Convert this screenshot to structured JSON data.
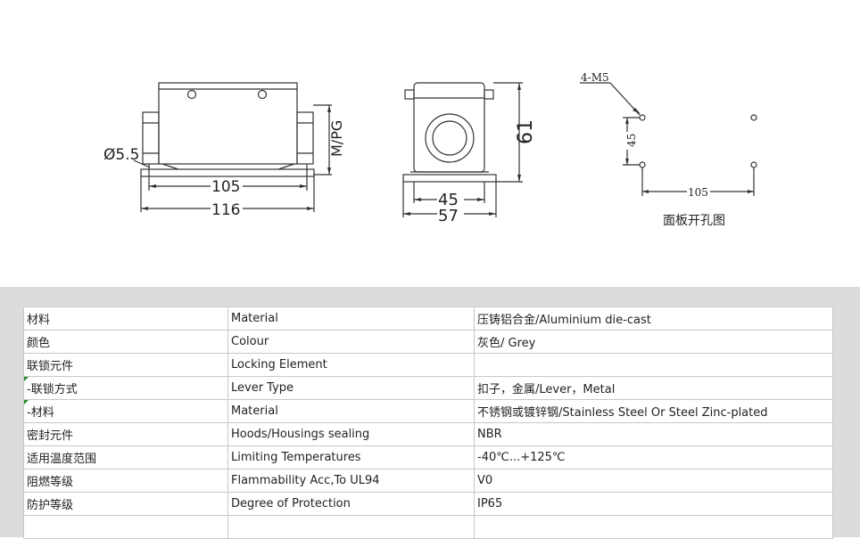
{
  "drawing": {
    "front_view": {
      "dia_label": "Ø5.5",
      "dim_inner": "105",
      "dim_outer": "116",
      "side_label": "M/PG"
    },
    "side_view": {
      "height_label": "61",
      "dim_inner": "45",
      "dim_outer": "57"
    },
    "cutout": {
      "holes_label": "4-M5",
      "vertical_dim": "45",
      "horizontal_dim": "105",
      "caption": "面板开孔图"
    }
  },
  "spec_table": {
    "rows": [
      {
        "cn": "材料",
        "en": "Material",
        "value": "压铸铝合金/Aluminium die-cast"
      },
      {
        "cn": "颜色",
        "en": "Colour",
        "value": "灰色/ Grey"
      },
      {
        "cn": "联锁元件",
        "en": "Locking Element",
        "value": ""
      },
      {
        "cn": " -联锁方式",
        "en": "Lever Type",
        "value": "扣子，金属/Lever，Metal"
      },
      {
        "cn": " -材料",
        "en": "Material",
        "value": "不锈钢或镀锌钢/Stainless Steel Or Steel Zinc-plated"
      },
      {
        "cn": "密封元件",
        "en": "Hoods/Housings sealing",
        "value": "NBR"
      },
      {
        "cn": "适用温度范围",
        "en": "Limiting Temperatures",
        "value": "-40℃...+125℃"
      },
      {
        "cn": "阻燃等级",
        "en": "Flammability Acc,To UL94",
        "value": "V0"
      },
      {
        "cn": "防护等级",
        "en": "Degree of Protection",
        "value": "IP65"
      }
    ]
  }
}
